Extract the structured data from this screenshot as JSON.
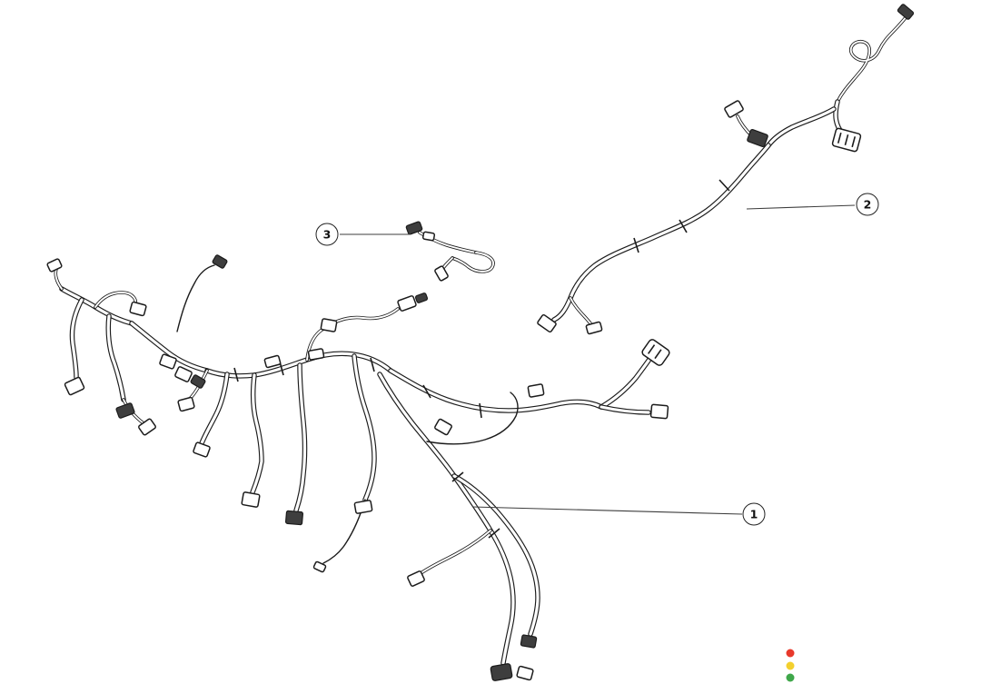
{
  "diagram": {
    "callouts": [
      {
        "label": "1"
      },
      {
        "label": "2"
      },
      {
        "label": "3"
      }
    ],
    "indicator_dots": [
      {
        "name": "red-dot",
        "color": "#e8392b"
      },
      {
        "name": "yellow-dot",
        "color": "#f3d02e"
      },
      {
        "name": "green-dot",
        "color": "#3fa74a"
      }
    ],
    "line_color": "#1b1b1b"
  }
}
